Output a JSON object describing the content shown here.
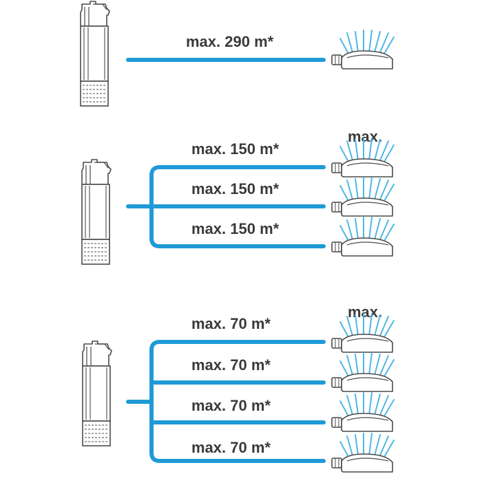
{
  "colors": {
    "hose": "#1f9ad6",
    "spray": "#4fb6e6",
    "outline": "#4a4a4a",
    "text": "#3a3a3a"
  },
  "icons": [
    "submersible-pump-icon",
    "sprinkler-icon"
  ],
  "diagrams": [
    {
      "id": "single",
      "max_label": "",
      "branches": [
        {
          "label": "max. 290 m*"
        }
      ]
    },
    {
      "id": "three",
      "max_label": "max.",
      "branches": [
        {
          "label": "max. 150 m*"
        },
        {
          "label": "max. 150 m*"
        },
        {
          "label": "max. 150 m*"
        }
      ]
    },
    {
      "id": "four",
      "max_label": "max.",
      "branches": [
        {
          "label": "max. 70 m*"
        },
        {
          "label": "max. 70 m*"
        },
        {
          "label": "max. 70 m*"
        },
        {
          "label": "max. 70 m*"
        }
      ]
    }
  ]
}
